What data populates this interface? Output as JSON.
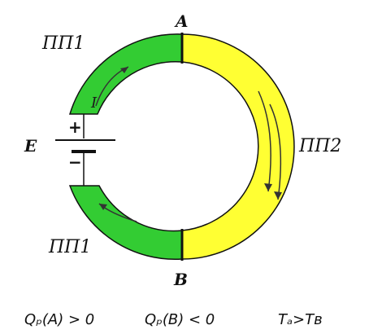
{
  "labels": {
    "point_a": "A",
    "point_b": "B",
    "emf": "E",
    "plus": "+",
    "minus": "−",
    "current": "I",
    "semiconductor_1_top": "ПП1",
    "semiconductor_1_bottom": "ПП1",
    "semiconductor_2": "ПП2"
  },
  "formulas": {
    "qa": "Qₚ(A) > 0",
    "qb": "Qₚ(B) < 0",
    "temps": "Tₐ>Tв"
  },
  "colors": {
    "pp1_green": "#33cc33",
    "pp2_yellow": "#ffff33",
    "outline": "#111111",
    "arrow": "#333333"
  }
}
